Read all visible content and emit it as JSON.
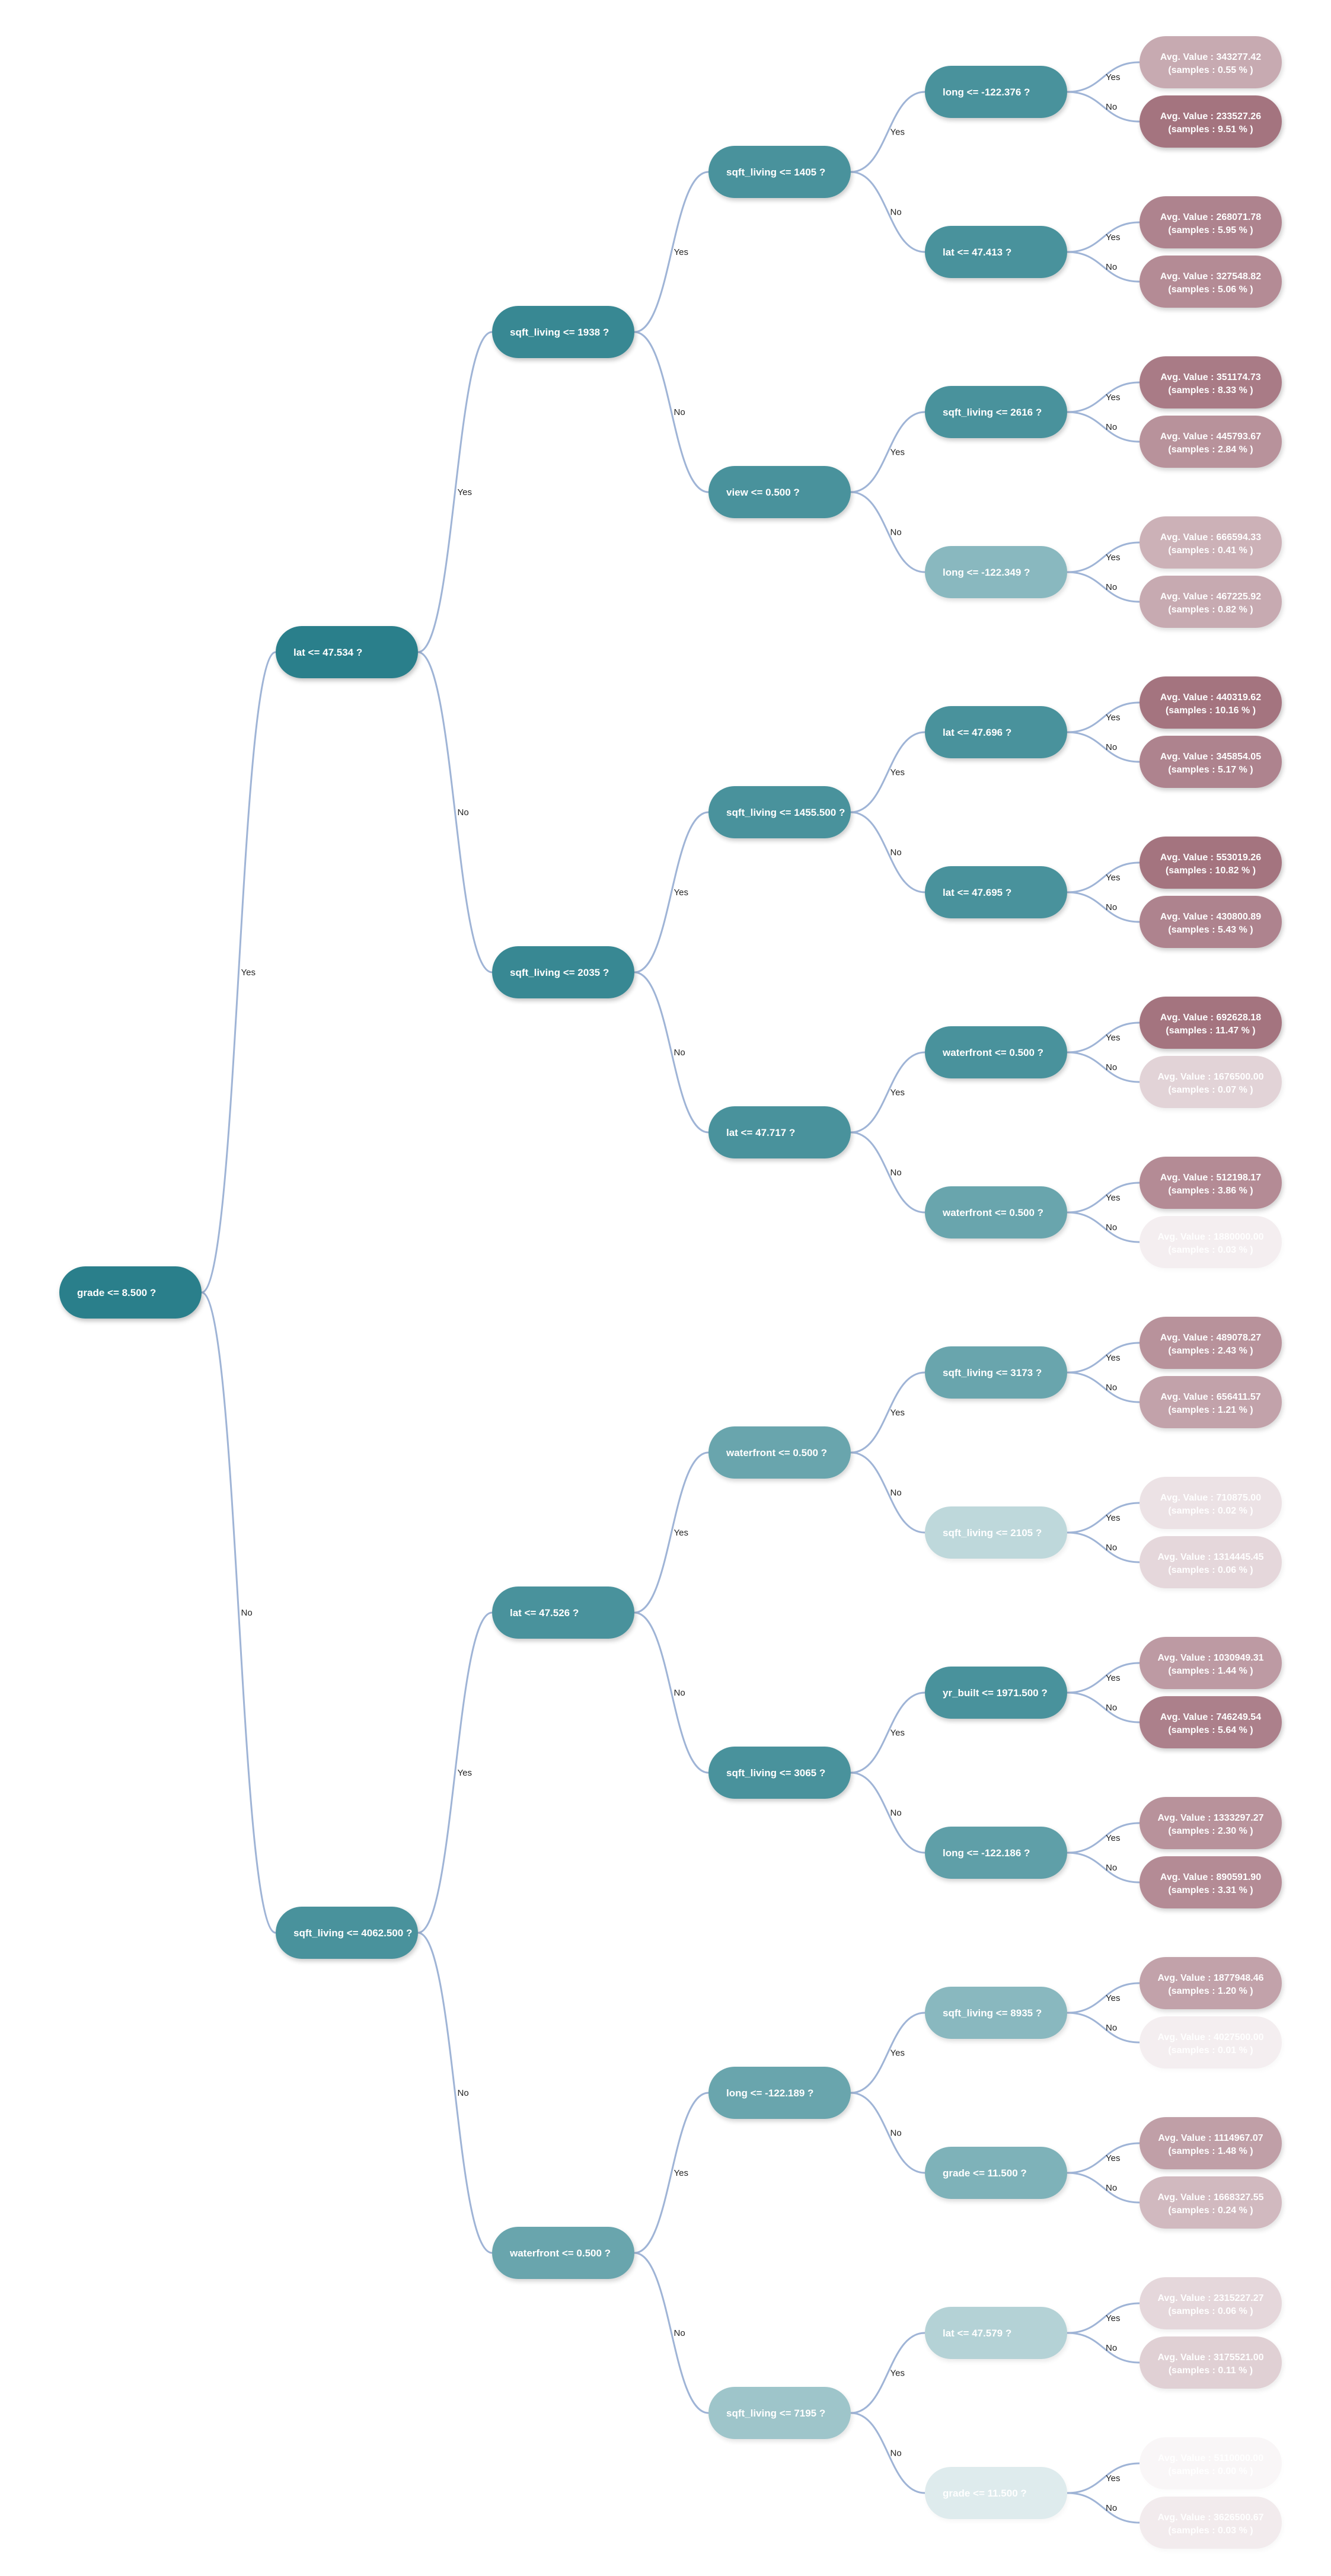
{
  "tree": {
    "colors": {
      "decision": "#2b7f8b",
      "leaf": "#9b6572",
      "edge": "#9fb4d6",
      "text": "#ffffff",
      "label": "#222222"
    },
    "edge_labels": {
      "yes": "Yes",
      "no": "No"
    },
    "nodes": [
      {
        "id": "n0",
        "depth": 0,
        "row": 7.5,
        "text": "grade <= 8.500 ?",
        "opacity": 1.0
      },
      {
        "id": "n1",
        "depth": 1,
        "row": 3.5,
        "text": "lat <= 47.534 ?",
        "opacity": 1.0
      },
      {
        "id": "n2",
        "depth": 1,
        "row": 11.5,
        "text": "sqft_living <= 4062.500 ?",
        "opacity": 0.85
      },
      {
        "id": "n3",
        "depth": 2,
        "row": 1.5,
        "text": "sqft_living <= 1938 ?",
        "opacity": 0.93
      },
      {
        "id": "n4",
        "depth": 2,
        "row": 5.5,
        "text": "sqft_living <= 2035 ?",
        "opacity": 0.93
      },
      {
        "id": "n5",
        "depth": 2,
        "row": 9.5,
        "text": "lat <= 47.526 ?",
        "opacity": 0.85
      },
      {
        "id": "n6",
        "depth": 2,
        "row": 13.5,
        "text": "waterfront <= 0.500 ?",
        "opacity": 0.7
      },
      {
        "id": "n7",
        "depth": 3,
        "row": 0.5,
        "text": "sqft_living <= 1405 ?",
        "opacity": 0.85
      },
      {
        "id": "n8",
        "depth": 3,
        "row": 2.5,
        "text": "view <= 0.500 ?",
        "opacity": 0.85
      },
      {
        "id": "n9",
        "depth": 3,
        "row": 4.5,
        "text": "sqft_living <= 1455.500 ?",
        "opacity": 0.85
      },
      {
        "id": "n10",
        "depth": 3,
        "row": 6.5,
        "text": "lat <= 47.717 ?",
        "opacity": 0.85
      },
      {
        "id": "n11",
        "depth": 3,
        "row": 8.5,
        "text": "waterfront <= 0.500 ?",
        "opacity": 0.7
      },
      {
        "id": "n12",
        "depth": 3,
        "row": 10.5,
        "text": "sqft_living <= 3065 ?",
        "opacity": 0.85
      },
      {
        "id": "n13",
        "depth": 3,
        "row": 12.5,
        "text": "long <= -122.189 ?",
        "opacity": 0.7
      },
      {
        "id": "n14",
        "depth": 3,
        "row": 14.5,
        "text": "sqft_living <= 7195 ?",
        "opacity": 0.45
      },
      {
        "id": "n15",
        "depth": 4,
        "row": 0,
        "text": "long <= -122.376 ?",
        "opacity": 0.85
      },
      {
        "id": "n16",
        "depth": 4,
        "row": 1,
        "text": "lat <= 47.413 ?",
        "opacity": 0.85
      },
      {
        "id": "n17",
        "depth": 4,
        "row": 2,
        "text": "sqft_living <= 2616 ?",
        "opacity": 0.85
      },
      {
        "id": "n18",
        "depth": 4,
        "row": 3,
        "text": "long <= -122.349 ?",
        "opacity": 0.55
      },
      {
        "id": "n19",
        "depth": 4,
        "row": 4,
        "text": "lat <= 47.696 ?",
        "opacity": 0.85
      },
      {
        "id": "n20",
        "depth": 4,
        "row": 5,
        "text": "lat <= 47.695 ?",
        "opacity": 0.85
      },
      {
        "id": "n21",
        "depth": 4,
        "row": 6,
        "text": "waterfront <= 0.500 ?",
        "opacity": 0.85
      },
      {
        "id": "n22",
        "depth": 4,
        "row": 7,
        "text": "waterfront <= 0.500 ?",
        "opacity": 0.7
      },
      {
        "id": "n23",
        "depth": 4,
        "row": 8,
        "text": "sqft_living <= 3173 ?",
        "opacity": 0.7
      },
      {
        "id": "n24",
        "depth": 4,
        "row": 9,
        "text": "sqft_living <= 2105 ?",
        "opacity": 0.3
      },
      {
        "id": "n25",
        "depth": 4,
        "row": 10,
        "text": "yr_built <= 1971.500 ?",
        "opacity": 0.85
      },
      {
        "id": "n26",
        "depth": 4,
        "row": 11,
        "text": "long <= -122.186 ?",
        "opacity": 0.75
      },
      {
        "id": "n27",
        "depth": 4,
        "row": 12,
        "text": "sqft_living <= 8935 ?",
        "opacity": 0.55
      },
      {
        "id": "n28",
        "depth": 4,
        "row": 13,
        "text": "grade <= 11.500 ?",
        "opacity": 0.6
      },
      {
        "id": "n29",
        "depth": 4,
        "row": 14,
        "text": "lat <= 47.579 ?",
        "opacity": 0.35
      },
      {
        "id": "n30",
        "depth": 4,
        "row": 15,
        "text": "grade <= 11.500 ?",
        "opacity": 0.15
      }
    ],
    "edges": [
      {
        "from": "n0",
        "to": "n1",
        "label": "yes"
      },
      {
        "from": "n0",
        "to": "n2",
        "label": "no"
      },
      {
        "from": "n1",
        "to": "n3",
        "label": "yes"
      },
      {
        "from": "n1",
        "to": "n4",
        "label": "no"
      },
      {
        "from": "n2",
        "to": "n5",
        "label": "yes"
      },
      {
        "from": "n2",
        "to": "n6",
        "label": "no"
      },
      {
        "from": "n3",
        "to": "n7",
        "label": "yes"
      },
      {
        "from": "n3",
        "to": "n8",
        "label": "no"
      },
      {
        "from": "n4",
        "to": "n9",
        "label": "yes"
      },
      {
        "from": "n4",
        "to": "n10",
        "label": "no"
      },
      {
        "from": "n5",
        "to": "n11",
        "label": "yes"
      },
      {
        "from": "n5",
        "to": "n12",
        "label": "no"
      },
      {
        "from": "n6",
        "to": "n13",
        "label": "yes"
      },
      {
        "from": "n6",
        "to": "n14",
        "label": "no"
      },
      {
        "from": "n7",
        "to": "n15",
        "label": "yes"
      },
      {
        "from": "n7",
        "to": "n16",
        "label": "no"
      },
      {
        "from": "n8",
        "to": "n17",
        "label": "yes"
      },
      {
        "from": "n8",
        "to": "n18",
        "label": "no"
      },
      {
        "from": "n9",
        "to": "n19",
        "label": "yes"
      },
      {
        "from": "n9",
        "to": "n20",
        "label": "no"
      },
      {
        "from": "n10",
        "to": "n21",
        "label": "yes"
      },
      {
        "from": "n10",
        "to": "n22",
        "label": "no"
      },
      {
        "from": "n11",
        "to": "n23",
        "label": "yes"
      },
      {
        "from": "n11",
        "to": "n24",
        "label": "no"
      },
      {
        "from": "n12",
        "to": "n25",
        "label": "yes"
      },
      {
        "from": "n12",
        "to": "n26",
        "label": "no"
      },
      {
        "from": "n13",
        "to": "n27",
        "label": "yes"
      },
      {
        "from": "n13",
        "to": "n28",
        "label": "no"
      },
      {
        "from": "n14",
        "to": "n29",
        "label": "yes"
      },
      {
        "from": "n14",
        "to": "n30",
        "label": "no"
      }
    ],
    "leaves": [
      {
        "parent": "n15",
        "branch": "yes",
        "value": "Avg. Value : 343277.42",
        "samples": "(samples : 0.55 % )",
        "opacity": 0.55
      },
      {
        "parent": "n15",
        "branch": "no",
        "value": "Avg. Value : 233527.26",
        "samples": "(samples : 9.51 % )",
        "opacity": 0.9
      },
      {
        "parent": "n16",
        "branch": "yes",
        "value": "Avg. Value : 268071.78",
        "samples": "(samples : 5.95 % )",
        "opacity": 0.8
      },
      {
        "parent": "n16",
        "branch": "no",
        "value": "Avg. Value : 327548.82",
        "samples": "(samples : 5.06 % )",
        "opacity": 0.75
      },
      {
        "parent": "n17",
        "branch": "yes",
        "value": "Avg. Value : 351174.73",
        "samples": "(samples : 8.33 % )",
        "opacity": 0.85
      },
      {
        "parent": "n17",
        "branch": "no",
        "value": "Avg. Value : 445793.67",
        "samples": "(samples : 2.84 % )",
        "opacity": 0.7
      },
      {
        "parent": "n18",
        "branch": "yes",
        "value": "Avg. Value : 666594.33",
        "samples": "(samples : 0.41 % )",
        "opacity": 0.5
      },
      {
        "parent": "n18",
        "branch": "no",
        "value": "Avg. Value : 467225.92",
        "samples": "(samples : 0.82 % )",
        "opacity": 0.55
      },
      {
        "parent": "n19",
        "branch": "yes",
        "value": "Avg. Value : 440319.62",
        "samples": "(samples : 10.16 % )",
        "opacity": 0.9
      },
      {
        "parent": "n19",
        "branch": "no",
        "value": "Avg. Value : 345854.05",
        "samples": "(samples : 5.17 % )",
        "opacity": 0.8
      },
      {
        "parent": "n20",
        "branch": "yes",
        "value": "Avg. Value : 553019.26",
        "samples": "(samples : 10.82 % )",
        "opacity": 0.9
      },
      {
        "parent": "n20",
        "branch": "no",
        "value": "Avg. Value : 430800.89",
        "samples": "(samples : 5.43 % )",
        "opacity": 0.8
      },
      {
        "parent": "n21",
        "branch": "yes",
        "value": "Avg. Value : 692628.18",
        "samples": "(samples : 11.47 % )",
        "opacity": 0.9
      },
      {
        "parent": "n21",
        "branch": "no",
        "value": "Avg. Value : 1676500.00",
        "samples": "(samples : 0.07 % )",
        "opacity": 0.28
      },
      {
        "parent": "n22",
        "branch": "yes",
        "value": "Avg. Value : 512198.17",
        "samples": "(samples : 3.86 % )",
        "opacity": 0.75
      },
      {
        "parent": "n22",
        "branch": "no",
        "value": "Avg. Value : 1880000.00",
        "samples": "(samples : 0.03 % )",
        "opacity": 0.1
      },
      {
        "parent": "n23",
        "branch": "yes",
        "value": "Avg. Value : 489078.27",
        "samples": "(samples : 2.43 % )",
        "opacity": 0.7
      },
      {
        "parent": "n23",
        "branch": "no",
        "value": "Avg. Value : 656411.57",
        "samples": "(samples : 1.21 % )",
        "opacity": 0.6
      },
      {
        "parent": "n24",
        "branch": "yes",
        "value": "Avg. Value : 710875.00",
        "samples": "(samples : 0.02 % )",
        "opacity": 0.18
      },
      {
        "parent": "n24",
        "branch": "no",
        "value": "Avg. Value : 1314445.45",
        "samples": "(samples : 0.06 % )",
        "opacity": 0.25
      },
      {
        "parent": "n25",
        "branch": "yes",
        "value": "Avg. Value : 1030949.31",
        "samples": "(samples : 1.44 % )",
        "opacity": 0.65
      },
      {
        "parent": "n25",
        "branch": "no",
        "value": "Avg. Value : 746249.54",
        "samples": "(samples : 5.64 % )",
        "opacity": 0.82
      },
      {
        "parent": "n26",
        "branch": "yes",
        "value": "Avg. Value : 1333297.27",
        "samples": "(samples : 2.30 % )",
        "opacity": 0.7
      },
      {
        "parent": "n26",
        "branch": "no",
        "value": "Avg. Value : 890591.90",
        "samples": "(samples : 3.31 % )",
        "opacity": 0.75
      },
      {
        "parent": "n27",
        "branch": "yes",
        "value": "Avg. Value : 1877948.46",
        "samples": "(samples : 1.20 % )",
        "opacity": 0.6
      },
      {
        "parent": "n27",
        "branch": "no",
        "value": "Avg. Value : 4027500.00",
        "samples": "(samples : 0.01 % )",
        "opacity": 0.1
      },
      {
        "parent": "n28",
        "branch": "yes",
        "value": "Avg. Value : 1114967.07",
        "samples": "(samples : 1.48 % )",
        "opacity": 0.62
      },
      {
        "parent": "n28",
        "branch": "no",
        "value": "Avg. Value : 1668327.55",
        "samples": "(samples : 0.24 % )",
        "opacity": 0.45
      },
      {
        "parent": "n29",
        "branch": "yes",
        "value": "Avg. Value : 2315227.27",
        "samples": "(samples : 0.06 % )",
        "opacity": 0.25
      },
      {
        "parent": "n29",
        "branch": "no",
        "value": "Avg. Value : 3175521.00",
        "samples": "(samples : 0.11 % )",
        "opacity": 0.3
      },
      {
        "parent": "n30",
        "branch": "yes",
        "value": "Avg. Value : 5110000.00",
        "samples": "(samples : 0.00 % )",
        "opacity": 0.05
      },
      {
        "parent": "n30",
        "branch": "no",
        "value": "Avg. Value : 3626500.67",
        "samples": "(samples : 0.03 % )",
        "opacity": 0.12
      }
    ]
  }
}
